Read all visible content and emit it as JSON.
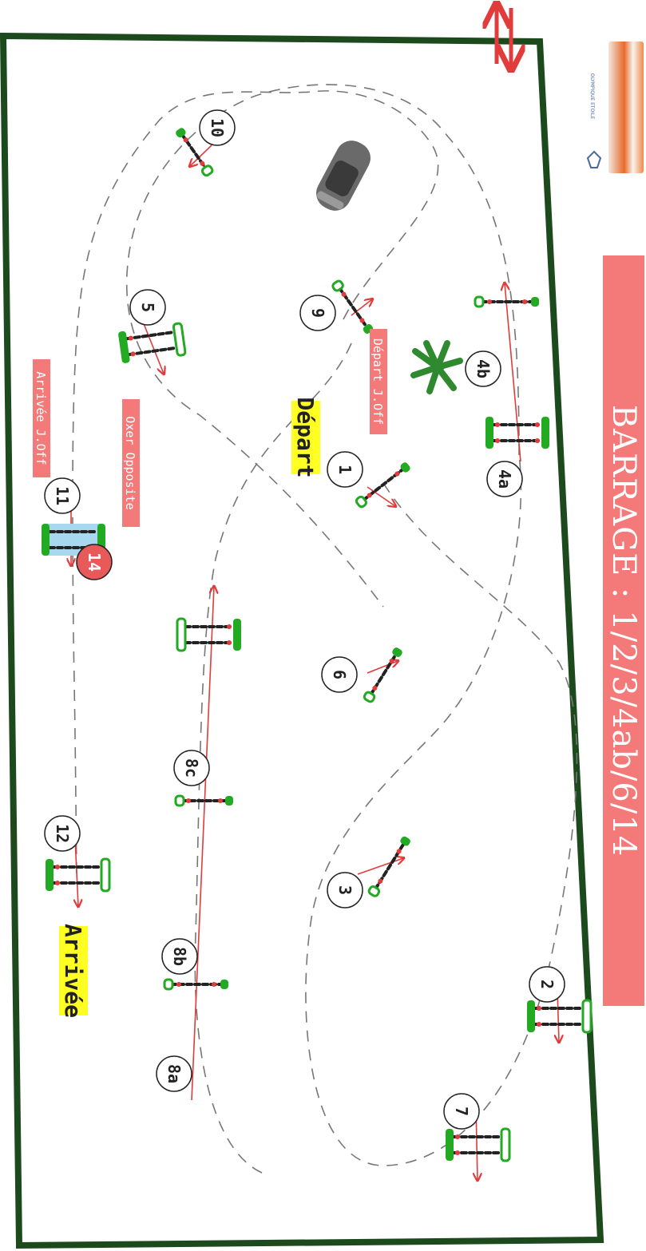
{
  "title": "BARRAGE : 1/2/3/4ab/6/14",
  "logo_text": "OLYMPIQUE ETOILE",
  "labels": {
    "depart": "Départ",
    "arrivee": "Arrivée",
    "depart_jo": "Départ J.Off",
    "arrivee_jo": "Arrivée J.Off",
    "oxer_opposite": "Oxer Opposite"
  },
  "jumps": [
    {
      "id": "1",
      "label": "1"
    },
    {
      "id": "2",
      "label": "2"
    },
    {
      "id": "3",
      "label": "3"
    },
    {
      "id": "4a",
      "label": "4a"
    },
    {
      "id": "4b",
      "label": "4b"
    },
    {
      "id": "5",
      "label": "5"
    },
    {
      "id": "6",
      "label": "6"
    },
    {
      "id": "7",
      "label": "7"
    },
    {
      "id": "8a",
      "label": "8a"
    },
    {
      "id": "8b",
      "label": "8b"
    },
    {
      "id": "8c",
      "label": "8c"
    },
    {
      "id": "9",
      "label": "9"
    },
    {
      "id": "10",
      "label": "10"
    },
    {
      "id": "11",
      "label": "11"
    },
    {
      "id": "12",
      "label": "12"
    },
    {
      "id": "14",
      "label": "14",
      "highlight": true
    }
  ],
  "colors": {
    "arena_border": "#1d4a1d",
    "track": "#777777",
    "direction_arrow": "#e23b3b",
    "title_bg": "#f47a7a",
    "label_bg": "#f47a7a",
    "highlight_bg": "#ffff22",
    "jump_highlight": "#e85a5a",
    "stand_green": "#22aa22",
    "water_blue": "#a8d8f0"
  }
}
